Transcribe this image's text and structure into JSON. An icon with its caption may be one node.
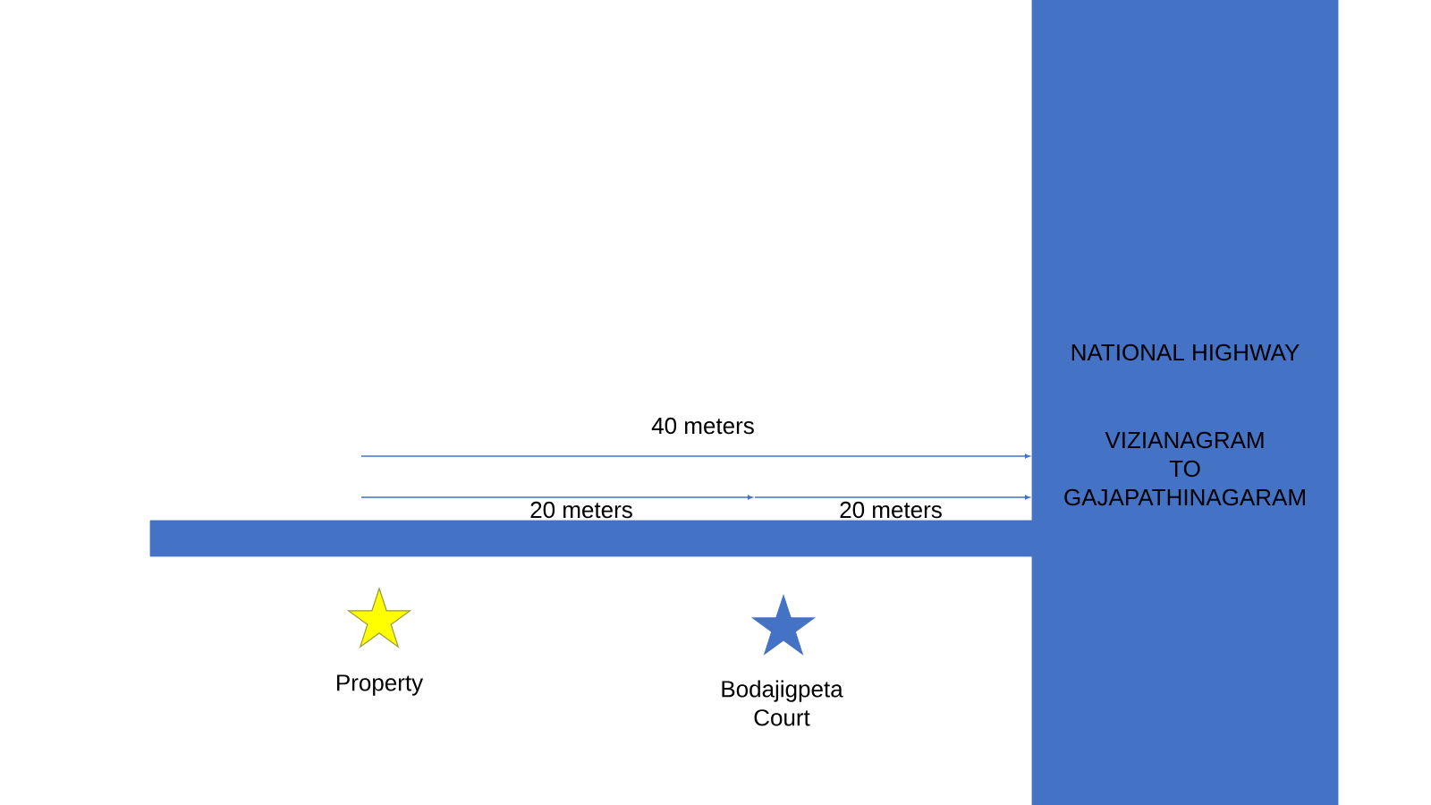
{
  "diagram": {
    "nodes": [
      {
        "text": [
          "NATIONAL HIGHWAY",
          "VIZIANAGRAM TO GAJAPATHINAGARAM"
        ]
      },
      {
        "text": [],
        "shape": "bar"
      },
      {
        "text": [],
        "shape": "star",
        "beside": [
          "Property"
        ]
      },
      {
        "text": [],
        "shape": "star",
        "beside": [
          "Bodajigpeta Court"
        ]
      }
    ],
    "labels": [
      "40 meters",
      "20 meters",
      "20 meters"
    ]
  }
}
